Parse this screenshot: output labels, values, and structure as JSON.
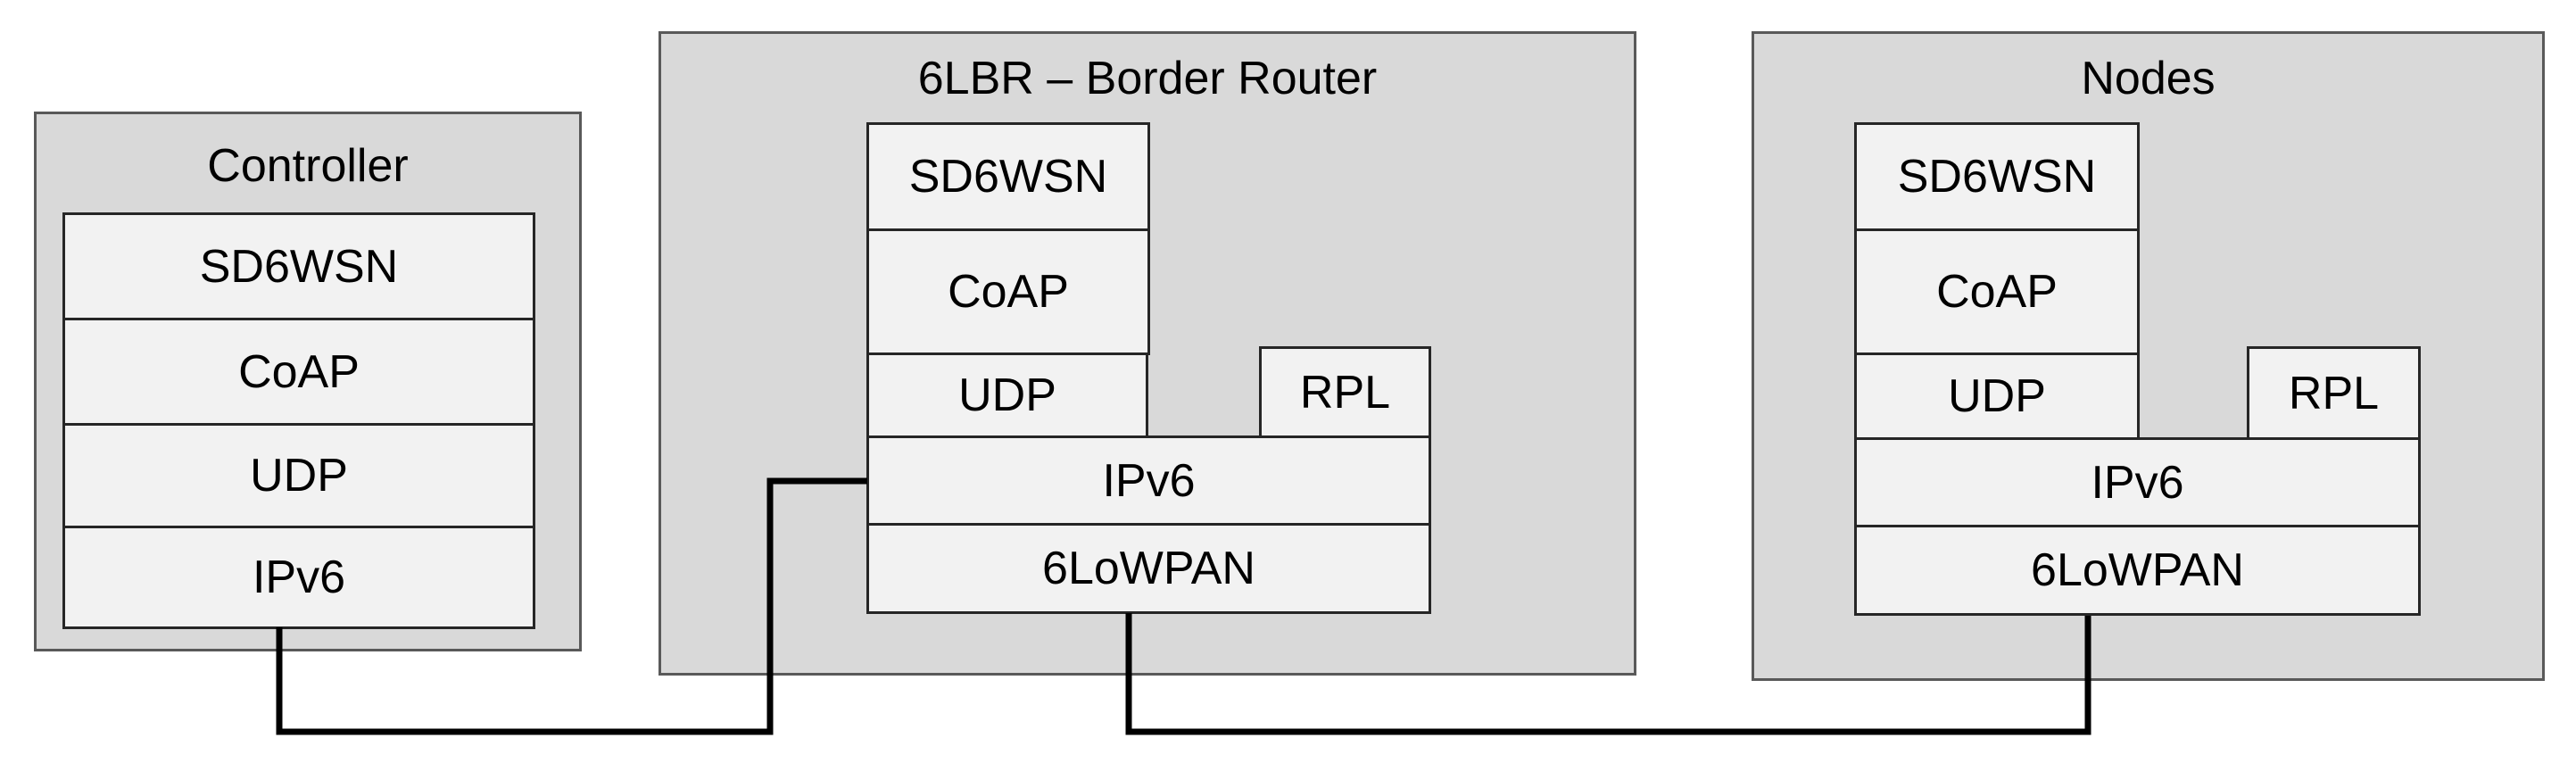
{
  "controller": {
    "title": "Controller",
    "layers": [
      "SD6WSN",
      "CoAP",
      "UDP",
      "IPv6"
    ]
  },
  "border_router": {
    "title": "6LBR – Border Router",
    "layers": {
      "sd6wsn": "SD6WSN",
      "coap": "CoAP",
      "udp": "UDP",
      "rpl": "RPL",
      "ipv6": "IPv6",
      "lowpan": "6LoWPAN"
    }
  },
  "nodes": {
    "title": "Nodes",
    "layers": {
      "sd6wsn": "SD6WSN",
      "coap": "CoAP",
      "udp": "UDP",
      "rpl": "RPL",
      "ipv6": "IPv6",
      "lowpan": "6LoWPAN"
    }
  },
  "colors": {
    "panel_fill": "#d9d9d9",
    "layer_fill": "#f2f2f2",
    "connector": "#000000"
  }
}
